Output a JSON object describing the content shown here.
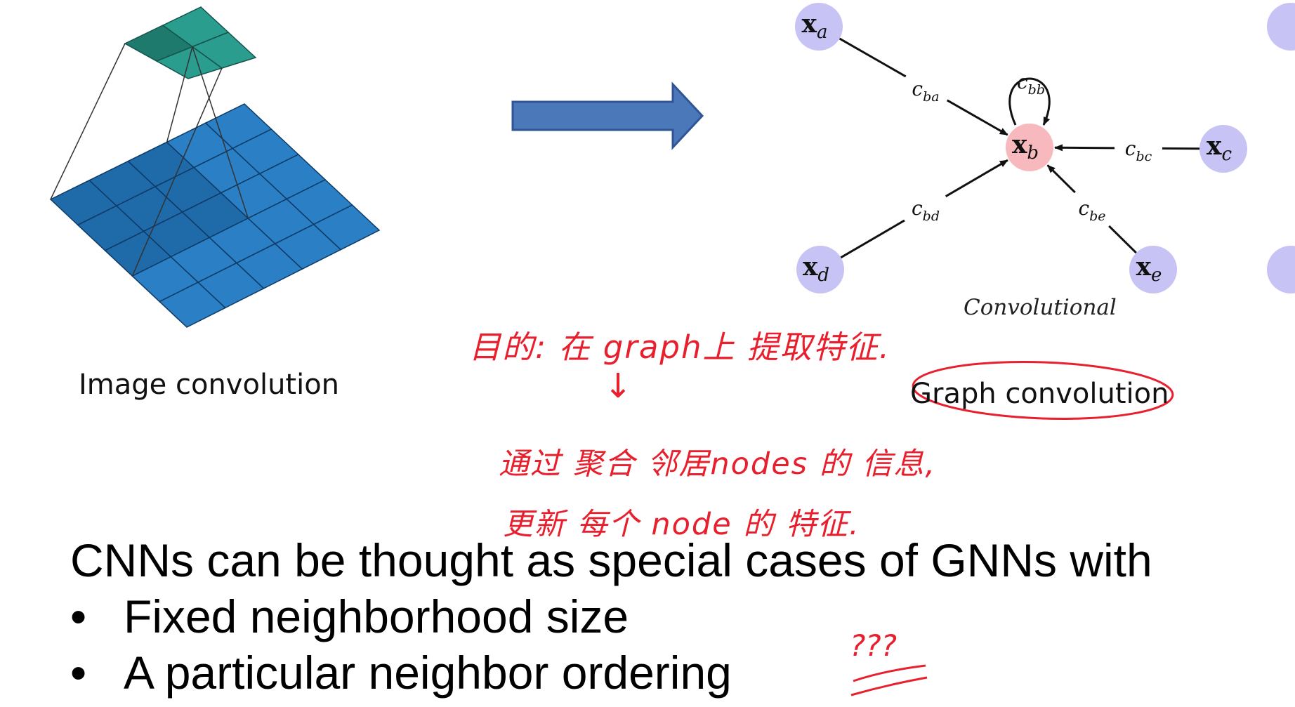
{
  "image_conv": {
    "caption": "Image convolution",
    "output_color": "#2a9d8f",
    "input_color": "#2b7fc4"
  },
  "arrow": {
    "color": "#4a78b8"
  },
  "graph": {
    "nodes": [
      {
        "id": "a",
        "label": "x",
        "sub": "a",
        "kind": "neighbor"
      },
      {
        "id": "b",
        "label": "x",
        "sub": "b",
        "kind": "center"
      },
      {
        "id": "c",
        "label": "x",
        "sub": "c",
        "kind": "neighbor"
      },
      {
        "id": "d",
        "label": "x",
        "sub": "d",
        "kind": "neighbor"
      },
      {
        "id": "e",
        "label": "x",
        "sub": "e",
        "kind": "neighbor"
      }
    ],
    "edges": [
      {
        "from": "a",
        "to": "b",
        "label": "c",
        "sub": "ba"
      },
      {
        "from": "c",
        "to": "b",
        "label": "c",
        "sub": "bc"
      },
      {
        "from": "d",
        "to": "b",
        "label": "c",
        "sub": "bd"
      },
      {
        "from": "e",
        "to": "b",
        "label": "c",
        "sub": "be"
      },
      {
        "from": "b",
        "to": "b",
        "label": "c",
        "sub": "bb"
      }
    ],
    "neighbor_color": "#c7c3f5",
    "center_color": "#f7b9bd",
    "subtitle": "Convolutional",
    "caption": "Graph convolution"
  },
  "annotations": {
    "purpose": "目的: 在 graph上 提取特征.",
    "down_arrow": "↓",
    "aggregate": "通过 聚合 邻居nodes 的 信息,",
    "update": "更新 每个 node 的 特征.",
    "question": "???",
    "ink_color": "#e8202e"
  },
  "main": {
    "heading": "CNNs can be thought as special cases of GNNs with",
    "bullet_char": "•",
    "bullets": [
      "Fixed neighborhood size",
      "A particular neighbor ordering"
    ]
  }
}
